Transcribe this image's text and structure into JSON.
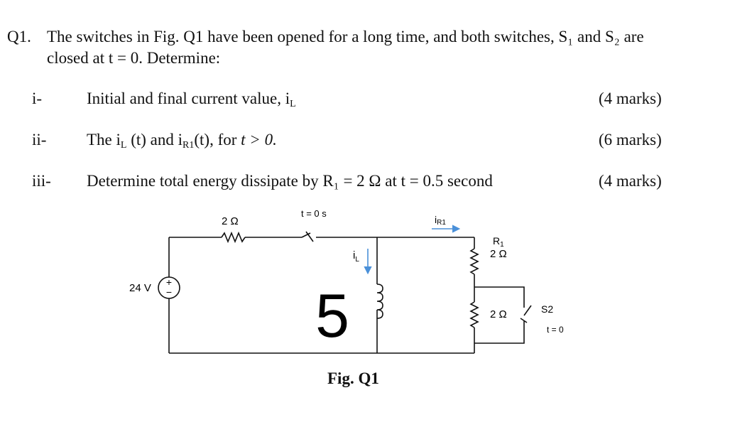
{
  "question": {
    "number": "Q1.",
    "line1": "The switches in Fig. Q1 have been opened for a long time, and both switches, S₁ and S₂ are",
    "line2": "closed at t = 0. Determine:"
  },
  "parts": [
    {
      "num": "i-",
      "text": "Initial and final current value, i",
      "sub": "L",
      "rest": "",
      "marks": "(4 marks)"
    },
    {
      "num": "ii-",
      "text": "The i",
      "sub": "L",
      "rest": " (t) and i",
      "sub2": "R1",
      "rest2": "(t), for ",
      "italic": "t > 0.",
      "marks": "(6 marks)"
    },
    {
      "num": "iii-",
      "text": "Determine total energy dissipate by R₁ = 2 Ω at t = 0.5 second",
      "marks": "(4 marks)"
    }
  ],
  "figure": {
    "caption": "Fig. Q1",
    "source_label": "24 V",
    "source_plus": "+",
    "source_minus": "−",
    "r_top_label": "2 Ω",
    "switch1_label": "t = 0 s",
    "il_label": "i",
    "il_sub": "L",
    "inductor_value": "5",
    "ir1_label": "i",
    "ir1_sub": "R1",
    "r1_name": "R",
    "r1_sub": "1",
    "r1_value": "2 Ω",
    "r2_value": "2 Ω",
    "s2_label": "S2",
    "s2_time": "t = 0",
    "arrow_color": "#4a90d9"
  }
}
